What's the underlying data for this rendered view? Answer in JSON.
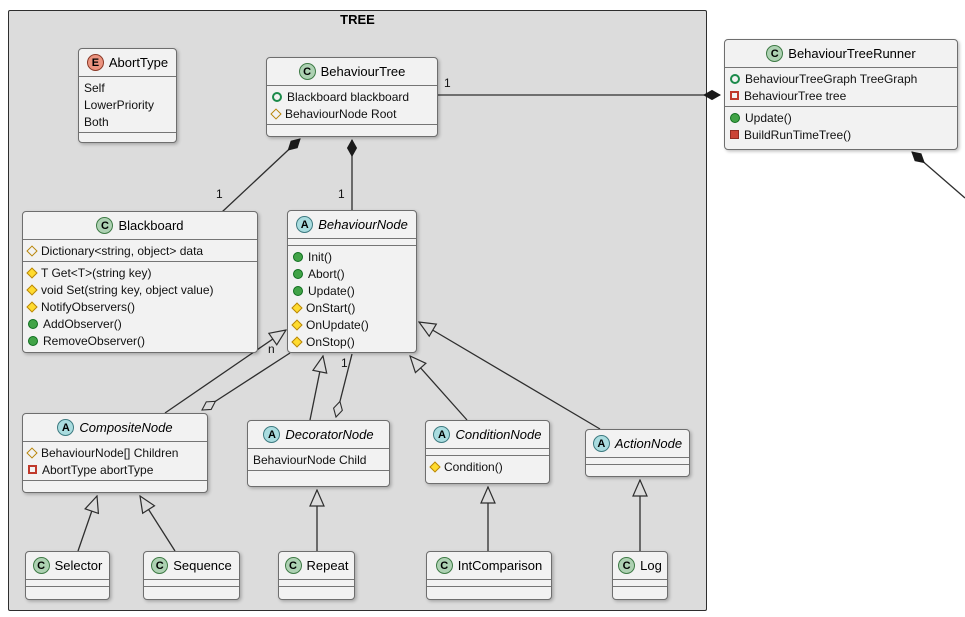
{
  "package": {
    "title": "TREE"
  },
  "colors": {
    "class_spot": "#ADD1B2",
    "abstract_spot": "#A9DCDF",
    "enum_spot": "#EB937F",
    "package_background": "#DCDCDC",
    "box_background": "#F2F2F2"
  },
  "classes": {
    "abortType": {
      "stereotype": "E",
      "name": "AbortType",
      "italic": false,
      "sections": [
        [
          {
            "icon": "none",
            "text": "Self"
          },
          {
            "icon": "none",
            "text": "LowerPriority"
          },
          {
            "icon": "none",
            "text": "Both"
          }
        ],
        []
      ]
    },
    "behaviourTree": {
      "stereotype": "C",
      "name": "BehaviourTree",
      "italic": false,
      "sections": [
        [
          {
            "icon": "circle-open",
            "text": "Blackboard blackboard"
          },
          {
            "icon": "diamond-open",
            "text": "BehaviourNode Root"
          }
        ],
        []
      ]
    },
    "behaviourTreeRunner": {
      "stereotype": "C",
      "name": "BehaviourTreeRunner",
      "italic": false,
      "sections": [
        [
          {
            "icon": "circle-open",
            "text": "BehaviourTreeGraph TreeGraph"
          },
          {
            "icon": "square-open",
            "text": "BehaviourTree tree"
          }
        ],
        [
          {
            "icon": "circle-filled",
            "text": "Update()"
          },
          {
            "icon": "square-filled",
            "text": "BuildRunTimeTree()"
          }
        ]
      ]
    },
    "blackboard": {
      "stereotype": "C",
      "name": "Blackboard",
      "italic": false,
      "sections": [
        [
          {
            "icon": "diamond-open",
            "text": "Dictionary<string, object> data"
          }
        ],
        [
          {
            "icon": "diamond-filled",
            "text": "T Get<T>(string key)"
          },
          {
            "icon": "diamond-filled",
            "text": "void Set(string key, object value)"
          },
          {
            "icon": "diamond-filled",
            "text": "NotifyObservers()"
          },
          {
            "icon": "circle-filled",
            "text": "AddObserver()"
          },
          {
            "icon": "circle-filled",
            "text": "RemoveObserver()"
          }
        ]
      ]
    },
    "behaviourNode": {
      "stereotype": "A",
      "name": "BehaviourNode",
      "italic": true,
      "sections": [
        [],
        [
          {
            "icon": "circle-filled",
            "text": "Init()"
          },
          {
            "icon": "circle-filled",
            "text": "Abort()"
          },
          {
            "icon": "circle-filled",
            "text": "Update()"
          },
          {
            "icon": "diamond-filled",
            "text": "OnStart()"
          },
          {
            "icon": "diamond-filled",
            "text": "OnUpdate()"
          },
          {
            "icon": "diamond-filled",
            "text": "OnStop()"
          }
        ]
      ]
    },
    "compositeNode": {
      "stereotype": "A",
      "name": "CompositeNode",
      "italic": true,
      "sections": [
        [
          {
            "icon": "diamond-open",
            "text": "BehaviourNode[] Children"
          },
          {
            "icon": "square-open",
            "text": "AbortType abortType"
          }
        ],
        []
      ]
    },
    "decoratorNode": {
      "stereotype": "A",
      "name": "DecoratorNode",
      "italic": true,
      "sections": [
        [
          {
            "icon": "none",
            "text": "BehaviourNode Child"
          }
        ],
        []
      ]
    },
    "conditionNode": {
      "stereotype": "A",
      "name": "ConditionNode",
      "italic": true,
      "sections": [
        [],
        [
          {
            "icon": "diamond-filled",
            "text": "Condition()"
          }
        ]
      ]
    },
    "actionNode": {
      "stereotype": "A",
      "name": "ActionNode",
      "italic": true,
      "sections": [
        [],
        []
      ]
    },
    "selector": {
      "stereotype": "C",
      "name": "Selector",
      "italic": false,
      "sections": [
        [],
        []
      ]
    },
    "sequence": {
      "stereotype": "C",
      "name": "Sequence",
      "italic": false,
      "sections": [
        [],
        []
      ]
    },
    "repeat": {
      "stereotype": "C",
      "name": "Repeat",
      "italic": false,
      "sections": [
        [],
        []
      ]
    },
    "intComparison": {
      "stereotype": "C",
      "name": "IntComparison",
      "italic": false,
      "sections": [
        [],
        []
      ]
    },
    "log": {
      "stereotype": "C",
      "name": "Log",
      "italic": false,
      "sections": [
        [],
        []
      ]
    }
  },
  "labels": {
    "tree_to_runner": "1",
    "tree_to_blackboard": "1",
    "tree_to_root": "1",
    "composite_children": "n",
    "decorator_child": "1"
  },
  "relationships": [
    {
      "from": "BehaviourTree",
      "to": "Blackboard",
      "type": "composition",
      "multiplicity": "1"
    },
    {
      "from": "BehaviourTree",
      "to": "BehaviourNode",
      "type": "composition",
      "multiplicity": "1"
    },
    {
      "from": "BehaviourTreeRunner",
      "to": "BehaviourTree",
      "type": "composition",
      "multiplicity": "1"
    },
    {
      "from": "BehaviourTreeRunner",
      "to": "(off-screen)",
      "type": "composition"
    },
    {
      "from": "CompositeNode",
      "to": "BehaviourNode",
      "type": "inheritance"
    },
    {
      "from": "CompositeNode",
      "to": "BehaviourNode",
      "type": "aggregation",
      "multiplicity": "n"
    },
    {
      "from": "DecoratorNode",
      "to": "BehaviourNode",
      "type": "inheritance"
    },
    {
      "from": "DecoratorNode",
      "to": "BehaviourNode",
      "type": "aggregation",
      "multiplicity": "1"
    },
    {
      "from": "ConditionNode",
      "to": "BehaviourNode",
      "type": "inheritance"
    },
    {
      "from": "ActionNode",
      "to": "BehaviourNode",
      "type": "inheritance"
    },
    {
      "from": "Selector",
      "to": "CompositeNode",
      "type": "inheritance"
    },
    {
      "from": "Sequence",
      "to": "CompositeNode",
      "type": "inheritance"
    },
    {
      "from": "Repeat",
      "to": "DecoratorNode",
      "type": "inheritance"
    },
    {
      "from": "IntComparison",
      "to": "ConditionNode",
      "type": "inheritance"
    },
    {
      "from": "Log",
      "to": "ActionNode",
      "type": "inheritance"
    }
  ]
}
